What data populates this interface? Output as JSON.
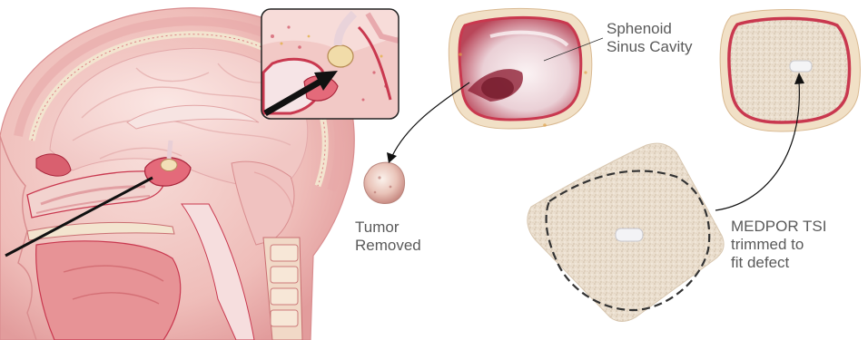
{
  "labels": {
    "sinus": [
      "Sphenoid",
      "Sinus Cavity"
    ],
    "tumor": [
      "Tumor",
      "Removed"
    ],
    "medpor": [
      "MEDPOR TSI",
      "trimmed to",
      "fit defect"
    ]
  },
  "colors": {
    "skin": "#f3c7c3",
    "tissue": "#e7a3a4",
    "mucosa": "#c9384f",
    "deep_red": "#a8243a",
    "bone": "#f4ead8",
    "implant": "#e9dccb",
    "label_text": "#5a5a5a",
    "arrow": "#111111"
  }
}
